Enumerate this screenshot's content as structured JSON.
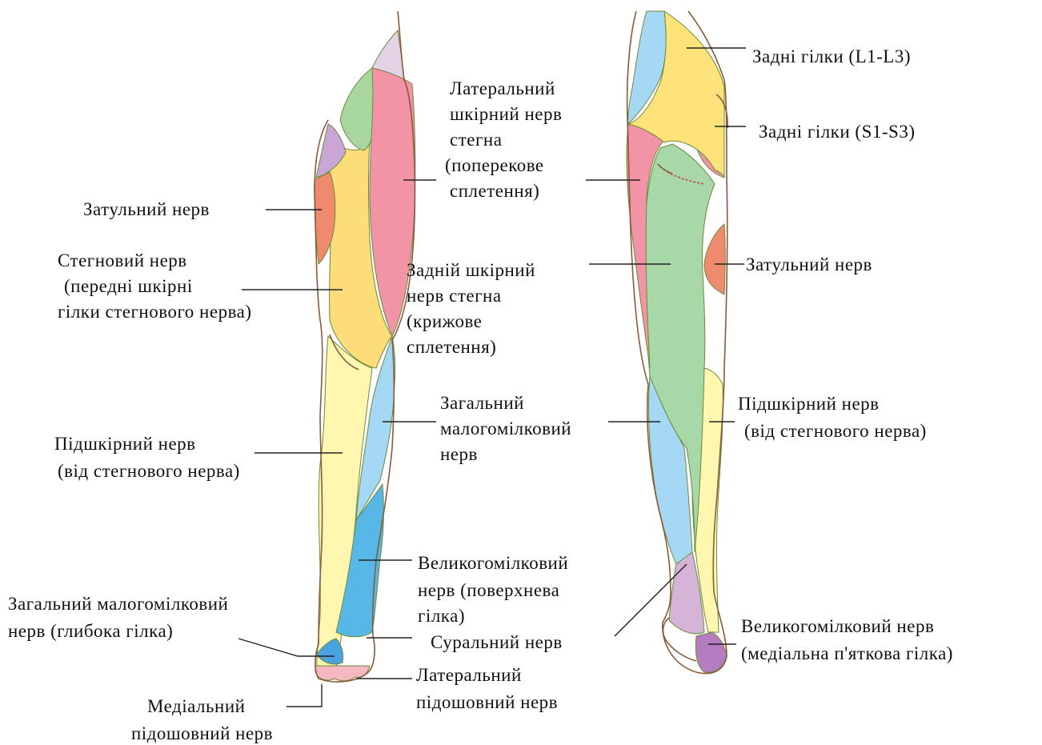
{
  "colors": {
    "lateral_femoral_cutaneous": "#f293a6",
    "obturator": "#f08a6e",
    "femoral": "#fddc7a",
    "saphenous": "#fff6b0",
    "common_peroneal": "#a5d8f5",
    "superficial_peroneal": "#57b8e8",
    "deep_peroneal": "#4aa3e0",
    "posterior_femoral_cutaneous": "#a8d8a8",
    "genitofemoral": "#a8d8a0",
    "ilioinguinal": "#e4d2e6",
    "iliohypogastric": "#c9a6d6",
    "posterior_rami_L": "#fde37a",
    "posterior_rami_S": "#f293a6",
    "sural": "#d6b4d8",
    "medial_calcaneal": "#b57cc0",
    "plantar": "#f5b8c0",
    "outline": "#8a5a3a"
  },
  "labels": {
    "lateral_cutaneous": [
      "Латеральний",
      "шкірний нерв",
      "стегна",
      "(поперекове",
      "сплетення)"
    ],
    "obturator_front": [
      "Затульний нерв"
    ],
    "femoral": [
      "Стегновий нерв",
      "(передні шкірні",
      "гілки стегнового нерва)"
    ],
    "posterior_cutaneous": [
      "Задній шкірний",
      "нерв стегна",
      "(крижове",
      "сплетення)"
    ],
    "saphenous_front": [
      "Підшкірний нерв",
      "(від стегнового нерва)"
    ],
    "common_peroneal": [
      "Загальний",
      "малогомілковий",
      "нерв"
    ],
    "superficial_peroneal": [
      "Великогомілковий",
      "нерв (поверхнева",
      "гілка)"
    ],
    "deep_peroneal": [
      "Загальний малогомілковий",
      "нерв (глибока гілка)"
    ],
    "medial_plantar": [
      "Медіальний",
      "підошовний нерв"
    ],
    "lateral_plantar": [
      "Латеральний",
      "підошовний нерв"
    ],
    "posterior_rami_L": [
      "Задні гілки (L1-L3)"
    ],
    "posterior_rami_S": [
      "Задні гілки (S1-S3)"
    ],
    "obturator_back": [
      "Затульний нерв"
    ],
    "saphenous_back": [
      "Підшкірний нерв",
      "(від стегнового нерва)"
    ],
    "sural": [
      "Суральний нерв"
    ],
    "medial_calcaneal": [
      "Великогомілковий нерв",
      "(медіальна п'яткова гілка)"
    ]
  }
}
